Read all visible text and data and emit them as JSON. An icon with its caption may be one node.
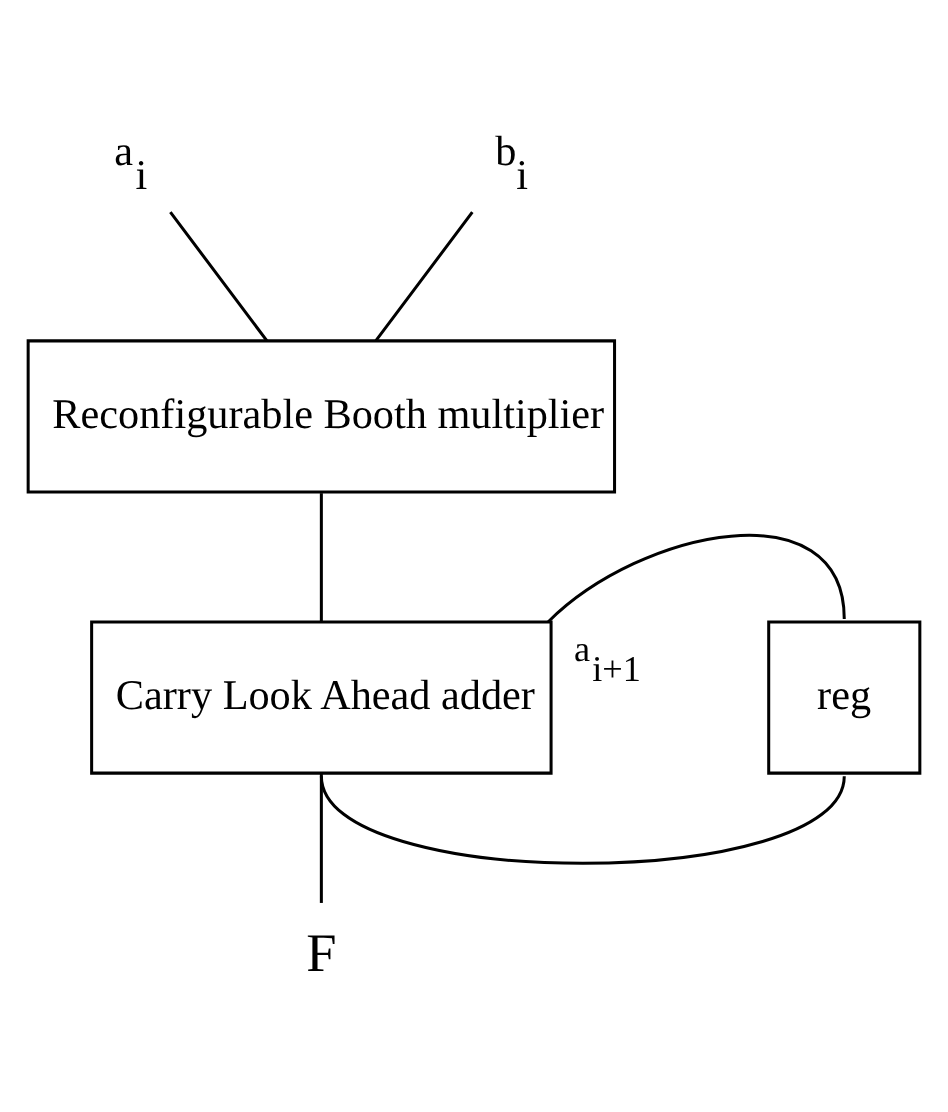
{
  "diagram": {
    "nodes": [
      {
        "text": [
          "a$_{i}$"
        ]
      },
      {
        "text": [
          "b$_{i}$"
        ]
      },
      {
        "text": [
          "Reconfigurable Booth multiplier"
        ]
      },
      {
        "text": [
          "Carry Look Ahead adder"
        ]
      },
      {
        "text": [
          "reg"
        ]
      },
      {
        "text": [
          "F"
        ]
      }
    ],
    "edges": [
      {
        "from": 0,
        "to": 2,
        "arrow": "none"
      },
      {
        "from": 1,
        "to": 2,
        "arrow": "none"
      },
      {
        "from": 2,
        "to": 3,
        "arrow": "none"
      },
      {
        "from": 3,
        "to": 5,
        "arrow": "none"
      },
      {
        "from": 3,
        "to": 4,
        "arrow": "none"
      },
      {
        "from": 4,
        "to": 3,
        "arrow": "none",
        "label": "a$_{i+1}$"
      }
    ]
  }
}
